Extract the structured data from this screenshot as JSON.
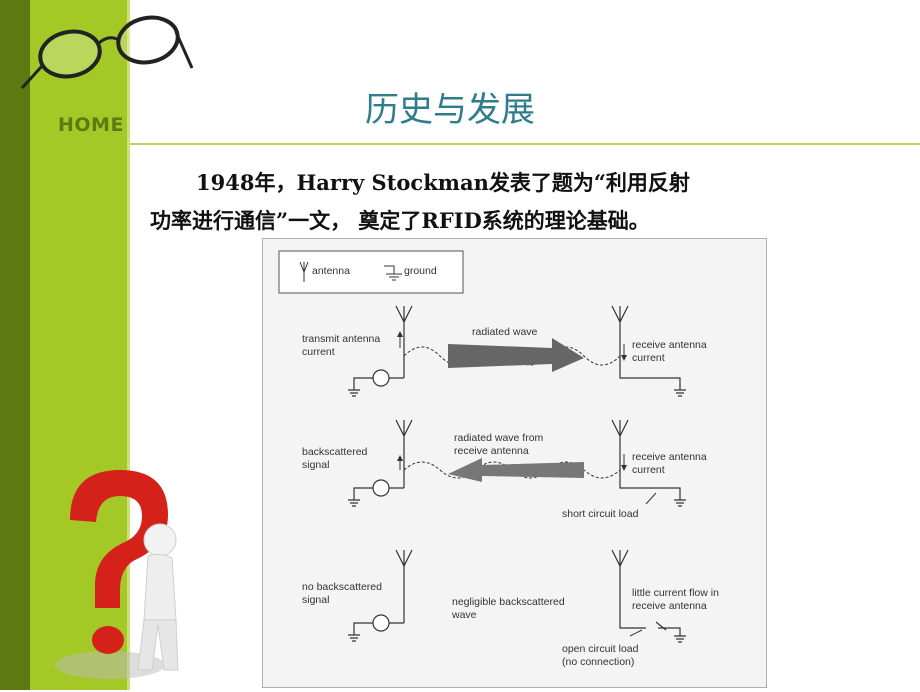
{
  "sidebar": {
    "home_label": "HOME"
  },
  "slide": {
    "title": "历史与发展",
    "paragraph_line1": "1948年，Harry Stockman发表了题为“利用反射",
    "paragraph_line2": "功率进行通信”一文， 奠定了RFID系统的理论基础。"
  },
  "figure": {
    "legend": {
      "antenna": "antenna",
      "ground": "ground"
    },
    "row1": {
      "left_line1": "transmit antenna",
      "left_line2": "current",
      "wave": "radiated wave",
      "right_line1": "receive antenna",
      "right_line2": "current"
    },
    "row2": {
      "left_line1": "backscattered",
      "left_line2": "signal",
      "wave_line1": "radiated wave from",
      "wave_line2": "receive antenna",
      "right_line1": "receive antenna",
      "right_line2": "current",
      "load": "short circuit load"
    },
    "row3": {
      "left_line1": "no backscattered",
      "left_line2": "signal",
      "mid_line1": "negligible backscattered",
      "mid_line2": "wave",
      "right_line1": "little current flow in",
      "right_line2": "receive antenna",
      "load_line1": "open circuit load",
      "load_line2": "(no connection)"
    }
  }
}
